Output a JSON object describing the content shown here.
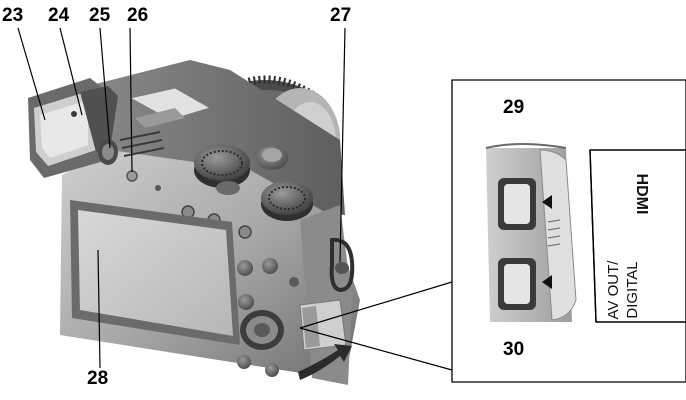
{
  "callouts": {
    "c23": "23",
    "c24": "24",
    "c25": "25",
    "c26": "26",
    "c27": "27",
    "c28": "28",
    "c29": "29",
    "c30": "30"
  },
  "port_panel": {
    "hdmi_logo": "HDMI",
    "av_label_line1": "AV OUT/",
    "av_label_line2": "DIGITAL"
  },
  "colors": {
    "body_dark": "#5a5a5a",
    "body_mid": "#8c8c8c",
    "body_light": "#bdbdbd",
    "screen": "#c9c9c9",
    "accent_dark": "#3a3a3a"
  },
  "icons": {
    "arrow": "rotate-arrow-icon",
    "triangle": "triangle-left-icon"
  }
}
